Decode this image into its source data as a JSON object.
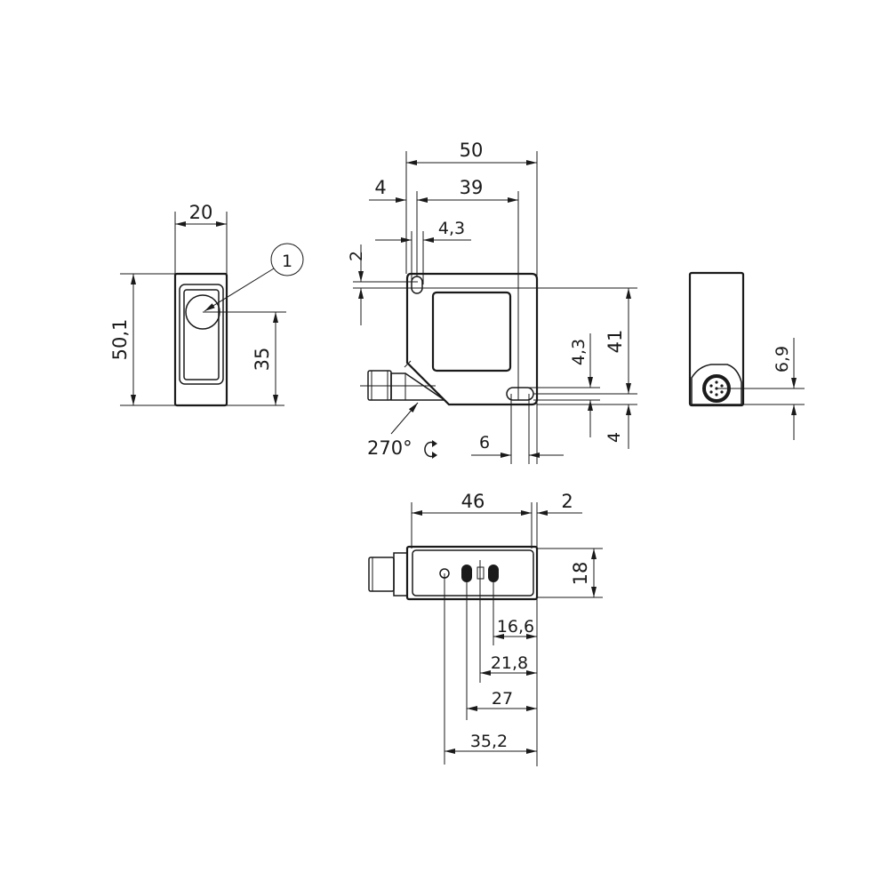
{
  "drawing": {
    "side_view_left": {
      "width_dim": "20",
      "height_dim": "50,1",
      "optical_axis_dim": "35",
      "callout": "1"
    },
    "front_view": {
      "width_dim": "50",
      "hole_spacing_dim": "39",
      "hole_offset_dim": "4",
      "hole_width_dim": "4,3",
      "hole_height_dim": "2",
      "vertical_hole_spacing_dim": "41",
      "slot_height_dim": "4,3",
      "slot_bottom_offset_dim": "4",
      "slot_width_dim": "6",
      "connector_rotation": "270°"
    },
    "side_view_right": {
      "connector_height_dim": "6,9"
    },
    "top_view": {
      "length_dim": "46",
      "edge_dim": "2",
      "depth_dim": "18",
      "element_dims": [
        "16,6",
        "21,8",
        "27",
        "35,2"
      ]
    }
  }
}
